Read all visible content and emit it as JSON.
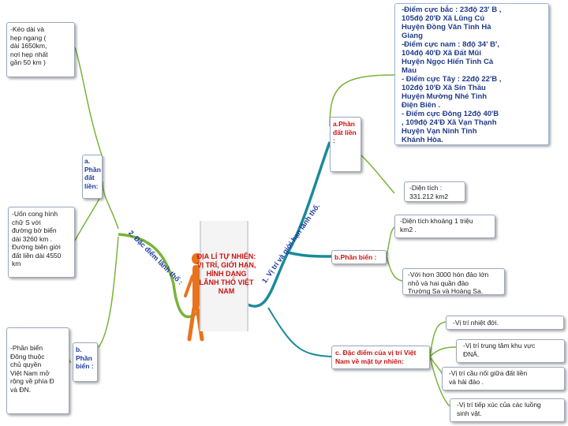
{
  "center": {
    "title": "ĐỊA LÍ TỰ NHIÊN:\nVỊ TRÍ, GIỚI HẠN, HÌNH DẠNG LÃNH THỔ VIỆT NAM"
  },
  "branches": {
    "b1": "1. Vị trí và giới hạn lãnh thổ.",
    "b2": "2. Đặc điểm lãnh thổ :"
  },
  "right": {
    "a_label": "a.Phần đất liền\n:",
    "a_extremes": "-Điểm cực bắc : 23độ 23' B ,\n105độ 20'Đ  Xã Lũng Cú\nHuyện Đồng Văn Tỉnh Hà\nGiang\n-Điểm cực nam : 8độ 34' B',\n104độ 40'Đ Xã Đất Mũi\nHuyện Ngọc Hiển Tỉnh Cà\nMau\n- Điểm cực Tây : 22độ 22'B ,\n102độ 10'Đ Xã Sín Thầu\nHuyện Mường Nhé Tỉnh\nĐiện  Biên .\n-  Điểm cực Đông 12độ 40'B\n, 109độ 24'Đ Xã Vạn Thạnh\nHuyện Vạn Ninh Tỉnh\nKhánh Hòa.",
    "a_area": "-Diện tích :\n331.212 km2",
    "b_label": "b.Phần biển :",
    "b_area": "-Diện tích khoảng 1 triệu\nkm2 .",
    "b_islands": "-Với hơn 3000 hòn đảo lớn\nnhỏ và hai quần đảo\nTrường Sa và Hoàng Sa.",
    "c_label": "c. Đặc điểm của vị trí Việt\nNam về mặt tự  nhiên:",
    "c_items": [
      "-Vị trí nhiệt đới.",
      "-Vị trí trung tâm khu vực\nĐNÁ.",
      "-Vị trí cầu nối giữa đất liền\nvà hải đảo .",
      "-Vị trí tiếp xúc của các luồng\nsinh vật."
    ]
  },
  "left": {
    "a_label": "a.\nPhần\nđất\nliền:",
    "a_text": "-Kéo dài và\nhẹp ngang (\ndài 1650km,\nnơi hẹp nhất\ngần 50 km )",
    "a_text2": "-Uốn cong hình\nchữ S  với\nđường bờ biển\ndài 3260 km .\nĐường biên giới\nđất liền dài 4550\nkm",
    "b_label": "b.\nPhần\nbiển :",
    "b_text": "-Phần biển\nĐông thuộc\nchủ quyền\nViệt Nam mở\nrộng về phía Đ\nvà ĐN."
  },
  "colors": {
    "right_branch": "#1a8a9a",
    "left_branch": "#7ab33a",
    "red_text": "#cc1212",
    "blue_text": "#1e3a9e"
  }
}
